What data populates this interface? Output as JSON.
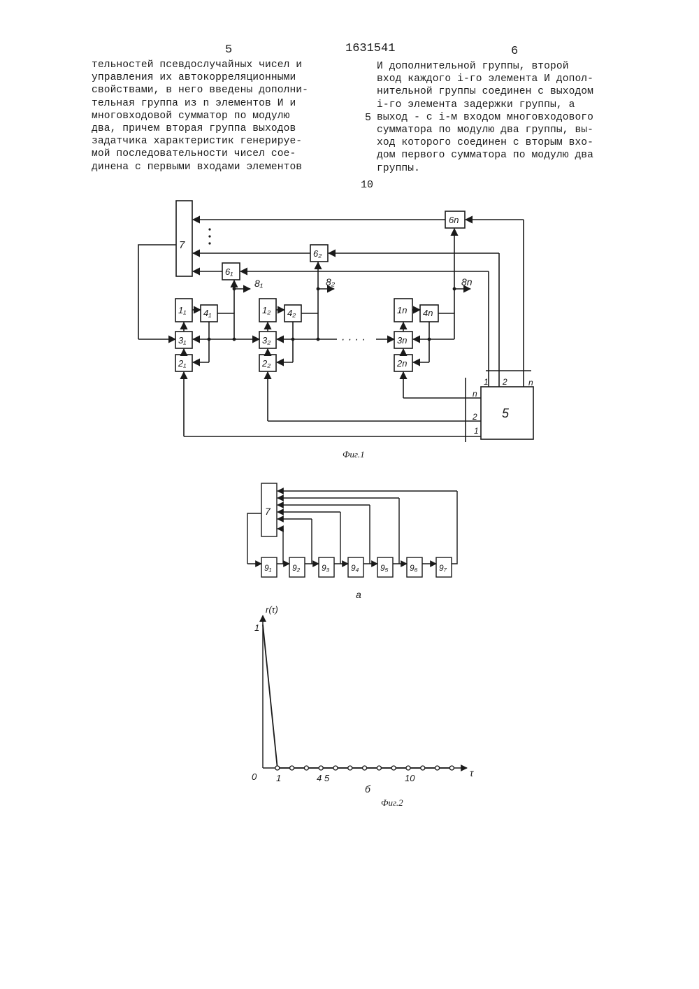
{
  "header": {
    "page_left": "5",
    "patent_number": "1631541",
    "page_right": "6"
  },
  "text": {
    "left_lines": [
      "тельностей псевдослучайных чисел и",
      "управления их автокорреляционными",
      "свойствами, в него введены дополни-",
      "тельная группа из n элементов И и",
      "многовходовой сумматор по модулю",
      "два, причем вторая группа выходов",
      "задатчика характеристик генерируе-",
      "мой последовательности чисел сое-",
      "динена с первыми входами элементов"
    ],
    "right_lines": [
      "И дополнительной группы, второй",
      "вход каждого i-го элемента И допол-",
      "нительной группы соединен с выходом",
      "i-го элемента задержки группы,  а",
      "выход - с i-м входом многовходового",
      "сумматора по модулю два  группы, вы-",
      "ход которого соединен с вторым вхо-",
      "дом первого сумматора по модулю два",
      "группы."
    ],
    "margin_5": "5",
    "margin_10": "10"
  },
  "fig1": {
    "caption": "Фиг.1",
    "labels": {
      "block7": "7",
      "block5": "5",
      "b6_1": "6₁",
      "b6_2": "6₂",
      "b6_n": "6n",
      "b1_1": "1₁",
      "b1_2": "1₂",
      "b1_n": "1n",
      "b4_1": "4₁",
      "b4_2": "4₂",
      "b4_n": "4n",
      "b3_1": "3₁",
      "b3_2": "3₂",
      "b3_n": "3n",
      "b2_1": "2₁",
      "b2_2": "2₂",
      "b2_n": "2n",
      "out_1": "8₁",
      "out_2": "8₂",
      "out_n": "8n",
      "dots": "· · · ·",
      "in_1": "1",
      "in_2": "2",
      "in_n": "n",
      "top_1": "1",
      "top_2": "2",
      "top_n": "n"
    }
  },
  "fig2a": {
    "label": "а",
    "block7": "7",
    "registers": [
      "9₁",
      "9₂",
      "9₃",
      "9₄",
      "9₅",
      "9₆",
      "9₇"
    ]
  },
  "fig2b": {
    "label": "б",
    "caption": "Фиг.2",
    "ylabel": "r(τ)",
    "xlabel": "τ",
    "y_tick_1": "1",
    "origin": "0",
    "x_ticks": [
      "1",
      "4 5",
      "10"
    ]
  },
  "chart_data": {
    "type": "line",
    "title": "",
    "xlabel": "τ",
    "ylabel": "r(τ)",
    "x": [
      0,
      1,
      2,
      3,
      4,
      5,
      6,
      7,
      8,
      9,
      10,
      11,
      12,
      13
    ],
    "values": [
      1,
      0,
      0,
      0,
      0,
      0,
      0,
      0,
      0,
      0,
      0,
      0,
      0,
      0
    ],
    "xlim": [
      0,
      14
    ],
    "ylim": [
      0,
      1
    ],
    "grid": false
  }
}
